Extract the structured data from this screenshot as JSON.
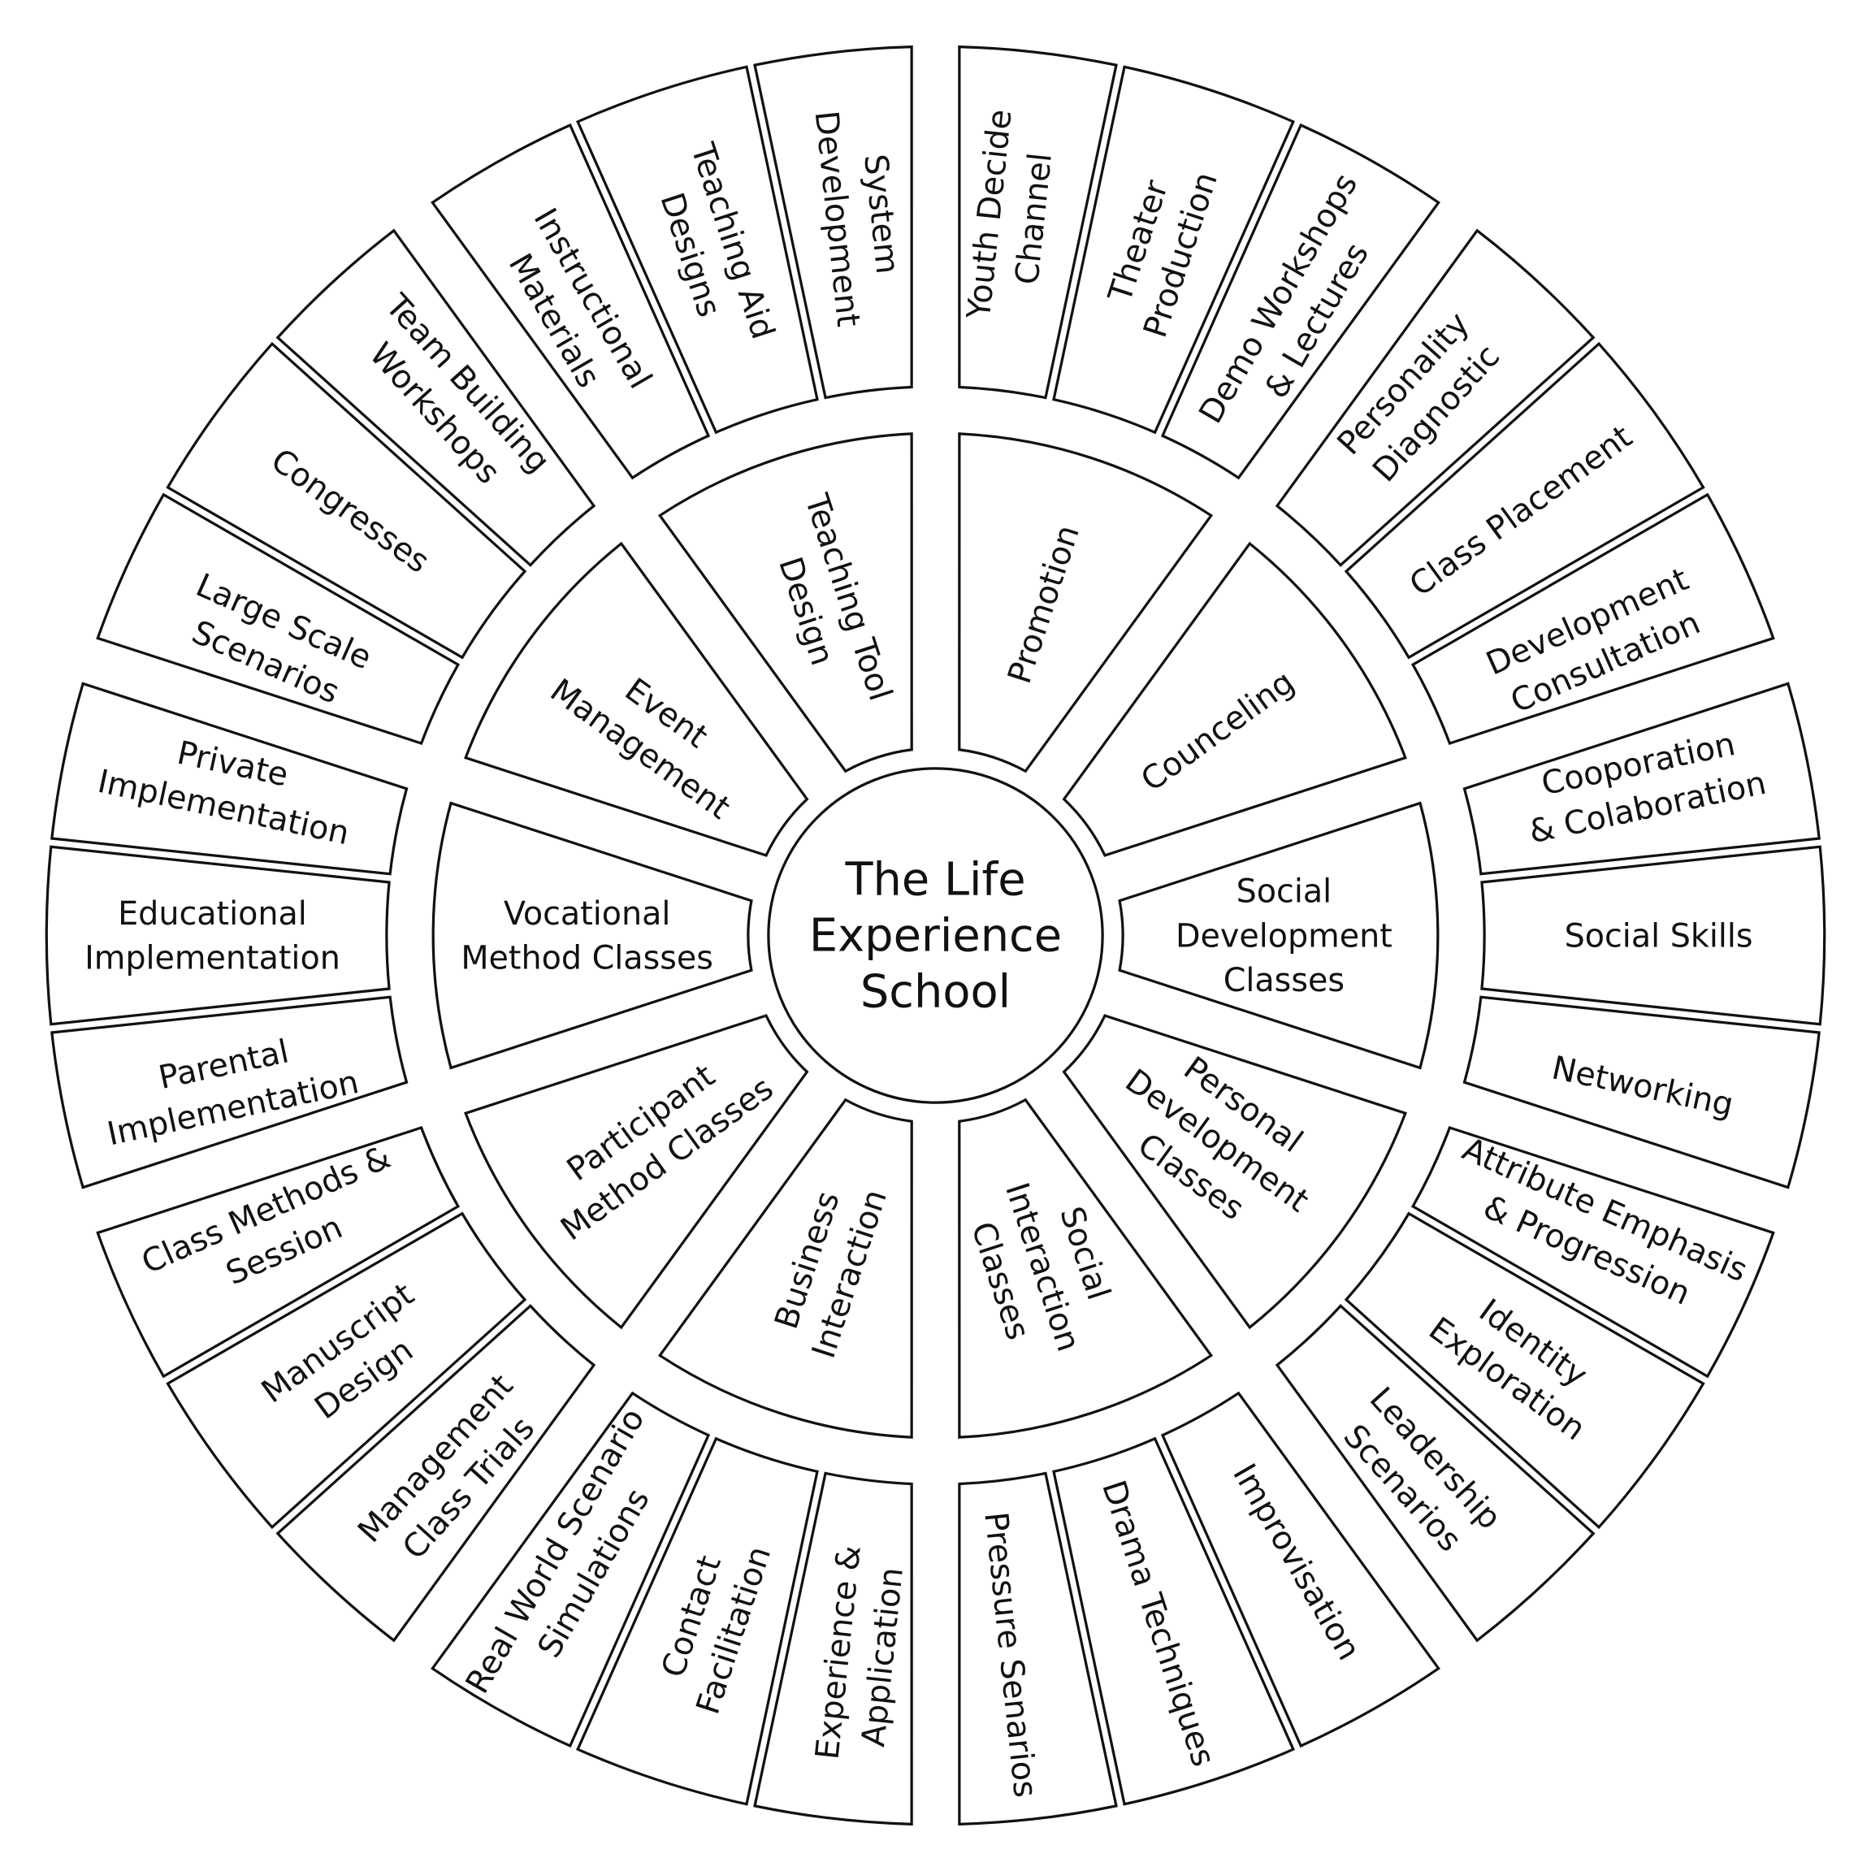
{
  "center": {
    "lines": [
      "The Life",
      "Experience",
      "School"
    ]
  },
  "colors": {
    "stroke": "#111111",
    "fill": "#ffffff"
  },
  "inner": [
    {
      "lines": [
        "Promotion"
      ],
      "children": [
        {
          "lines": [
            "Youth Decide",
            "Channel"
          ]
        },
        {
          "lines": [
            "Theater",
            "Production"
          ]
        },
        {
          "lines": [
            "Demo Workshops",
            "& Lectures"
          ]
        }
      ]
    },
    {
      "lines": [
        "Counceling"
      ],
      "children": [
        {
          "lines": [
            "Personality",
            "Diagnostic"
          ]
        },
        {
          "lines": [
            "Class Placement"
          ]
        },
        {
          "lines": [
            "Development",
            "Consultation"
          ]
        }
      ]
    },
    {
      "lines": [
        "Social",
        "Development",
        "Classes"
      ],
      "children": [
        {
          "lines": [
            "Cooporation",
            "& Colaboration"
          ]
        },
        {
          "lines": [
            "Social Skills"
          ]
        },
        {
          "lines": [
            "Networking"
          ]
        }
      ]
    },
    {
      "lines": [
        "Personal",
        "Development",
        "Classes"
      ],
      "children": [
        {
          "lines": [
            "Attribute Emphasis",
            "& Progression"
          ]
        },
        {
          "lines": [
            "Identity",
            "Exploration"
          ]
        },
        {
          "lines": [
            "Leadership",
            "Scenarios"
          ]
        }
      ]
    },
    {
      "lines": [
        "Social",
        "Interaction",
        "Classes"
      ],
      "children": [
        {
          "lines": [
            "Improvisation"
          ]
        },
        {
          "lines": [
            "Drama Techniques"
          ]
        },
        {
          "lines": [
            "Pressure Senarios"
          ]
        }
      ]
    },
    {
      "lines": [
        "Business",
        "Interaction"
      ],
      "children": [
        {
          "lines": [
            "Experience &",
            "Application"
          ]
        },
        {
          "lines": [
            "Contact",
            "Facilitation"
          ]
        },
        {
          "lines": [
            "Real World Scenario",
            "Simulations"
          ]
        }
      ]
    },
    {
      "lines": [
        "Participant",
        "Method Classes"
      ],
      "children": [
        {
          "lines": [
            "Management",
            "Class Trials"
          ]
        },
        {
          "lines": [
            "Manuscript",
            "Design"
          ]
        },
        {
          "lines": [
            "Class Methods &",
            "Session"
          ]
        }
      ]
    },
    {
      "lines": [
        "Vocational",
        "Method Classes"
      ],
      "children": [
        {
          "lines": [
            "Parental",
            "Implementation"
          ]
        },
        {
          "lines": [
            "Educational",
            "Implementation"
          ]
        },
        {
          "lines": [
            "Private",
            "Implementation"
          ]
        }
      ]
    },
    {
      "lines": [
        "Event",
        "Management"
      ],
      "children": [
        {
          "lines": [
            "Large Scale",
            "Scenarios"
          ]
        },
        {
          "lines": [
            "Congresses"
          ]
        },
        {
          "lines": [
            "Team Building",
            "Workshops"
          ]
        }
      ]
    },
    {
      "lines": [
        "Teaching Tool",
        "Design"
      ],
      "children": [
        {
          "lines": [
            "Instructional",
            "Materials"
          ]
        },
        {
          "lines": [
            "Teaching Aid",
            "Designs"
          ]
        },
        {
          "lines": [
            "System",
            "Development"
          ]
        }
      ]
    }
  ]
}
